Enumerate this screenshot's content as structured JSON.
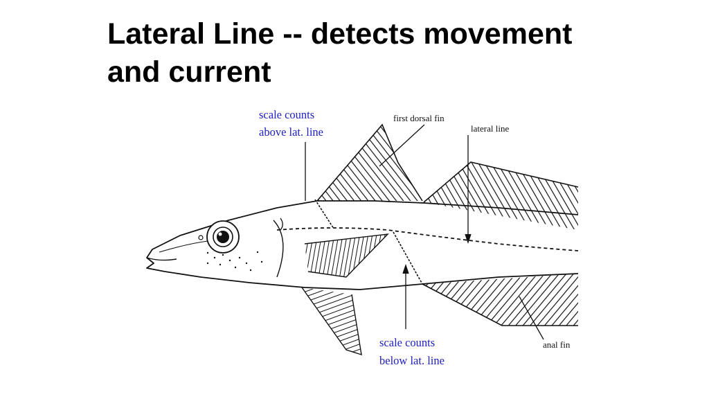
{
  "slide": {
    "title_line1": "Lateral Line -- detects movement",
    "title_line2": "and current"
  },
  "diagram": {
    "labels": {
      "scale_above_1": "scale counts",
      "scale_above_2": "above lat. line",
      "first_dorsal": "first dorsal fin",
      "lateral_line": "lateral line",
      "scale_below_1": "scale counts",
      "scale_below_2": "below lat. line",
      "anal_fin": "anal fin"
    },
    "colors": {
      "blue_label": "#2020c0",
      "ink": "#111111"
    }
  }
}
